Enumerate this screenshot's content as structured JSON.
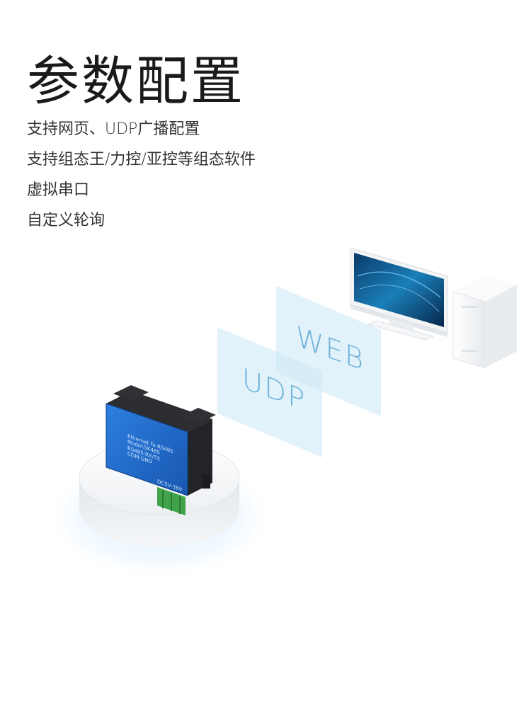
{
  "title": "参数配置",
  "features": [
    "支持网页、UDP广播配置",
    "支持组态王/力控/亚控等组态软件",
    "虚拟串口",
    "自定义轮询"
  ],
  "protocols": {
    "web": "WEB",
    "udp": "UDP"
  },
  "device": {
    "line1": "Ethernet To RS485",
    "line2": "Model:SK485",
    "line3": "RS485:RX/TX",
    "line4": "COM:GND",
    "power": "DC5V-36V"
  },
  "colors": {
    "device_blue": "#1f6fd0",
    "panel_tint": "#cfeaf7",
    "text_dark": "#1a1a1a"
  }
}
